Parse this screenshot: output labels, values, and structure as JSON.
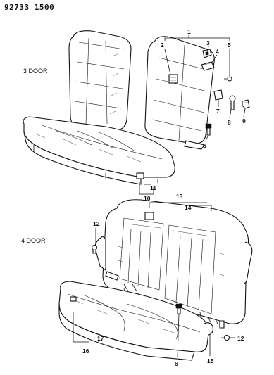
{
  "header": {
    "part_number": "92733 1500"
  },
  "sections": {
    "three_door": "3 DOOR",
    "four_door": "4 DOOR"
  },
  "callouts": [
    "1",
    "2",
    "3",
    "4",
    "5",
    "7",
    "8",
    "9",
    "6",
    "10",
    "11",
    "13",
    "14",
    "12",
    "12",
    "16",
    "17",
    "6",
    "15"
  ]
}
